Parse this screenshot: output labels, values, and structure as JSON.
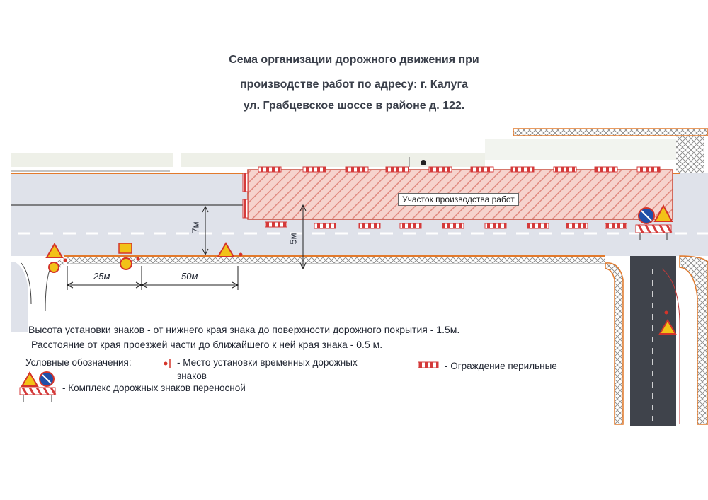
{
  "title": {
    "line1": "Сема организации дорожного движения при",
    "line2": "производстве работ  по адресу: г. Калуга",
    "line3": "ул. Грабцевское шоссе в районе д. 122."
  },
  "work_zone_label": "Участок производства работ",
  "dimensions": {
    "width_road": "7м",
    "width_remaining": "5м",
    "distance_1": "25м",
    "distance_2": "50м"
  },
  "notes": {
    "sign_height": "Высота установки знаков -  от нижнего края знака до поверхности дорожного покрытия - 1.5м.",
    "sign_offset": "Расстояние от края проезжей части до ближайшего к ней края знака - 0.5 м."
  },
  "legend": {
    "heading": "Условные обозначения:",
    "temp_sign_place_line1": "- Место установки временных дорожных",
    "temp_sign_place_line2": "знаков",
    "railing": "- Ограждение перильные",
    "portable_complex": "- Комплекс дорожных знаков переносной"
  },
  "colors": {
    "road": "#dfe2ea",
    "curb": "#e27a2c",
    "work_zone": "#f4c4be",
    "barrier": "#d43a3a",
    "sign_yellow": "#f2c218",
    "sign_blue": "#1f4fa8"
  }
}
